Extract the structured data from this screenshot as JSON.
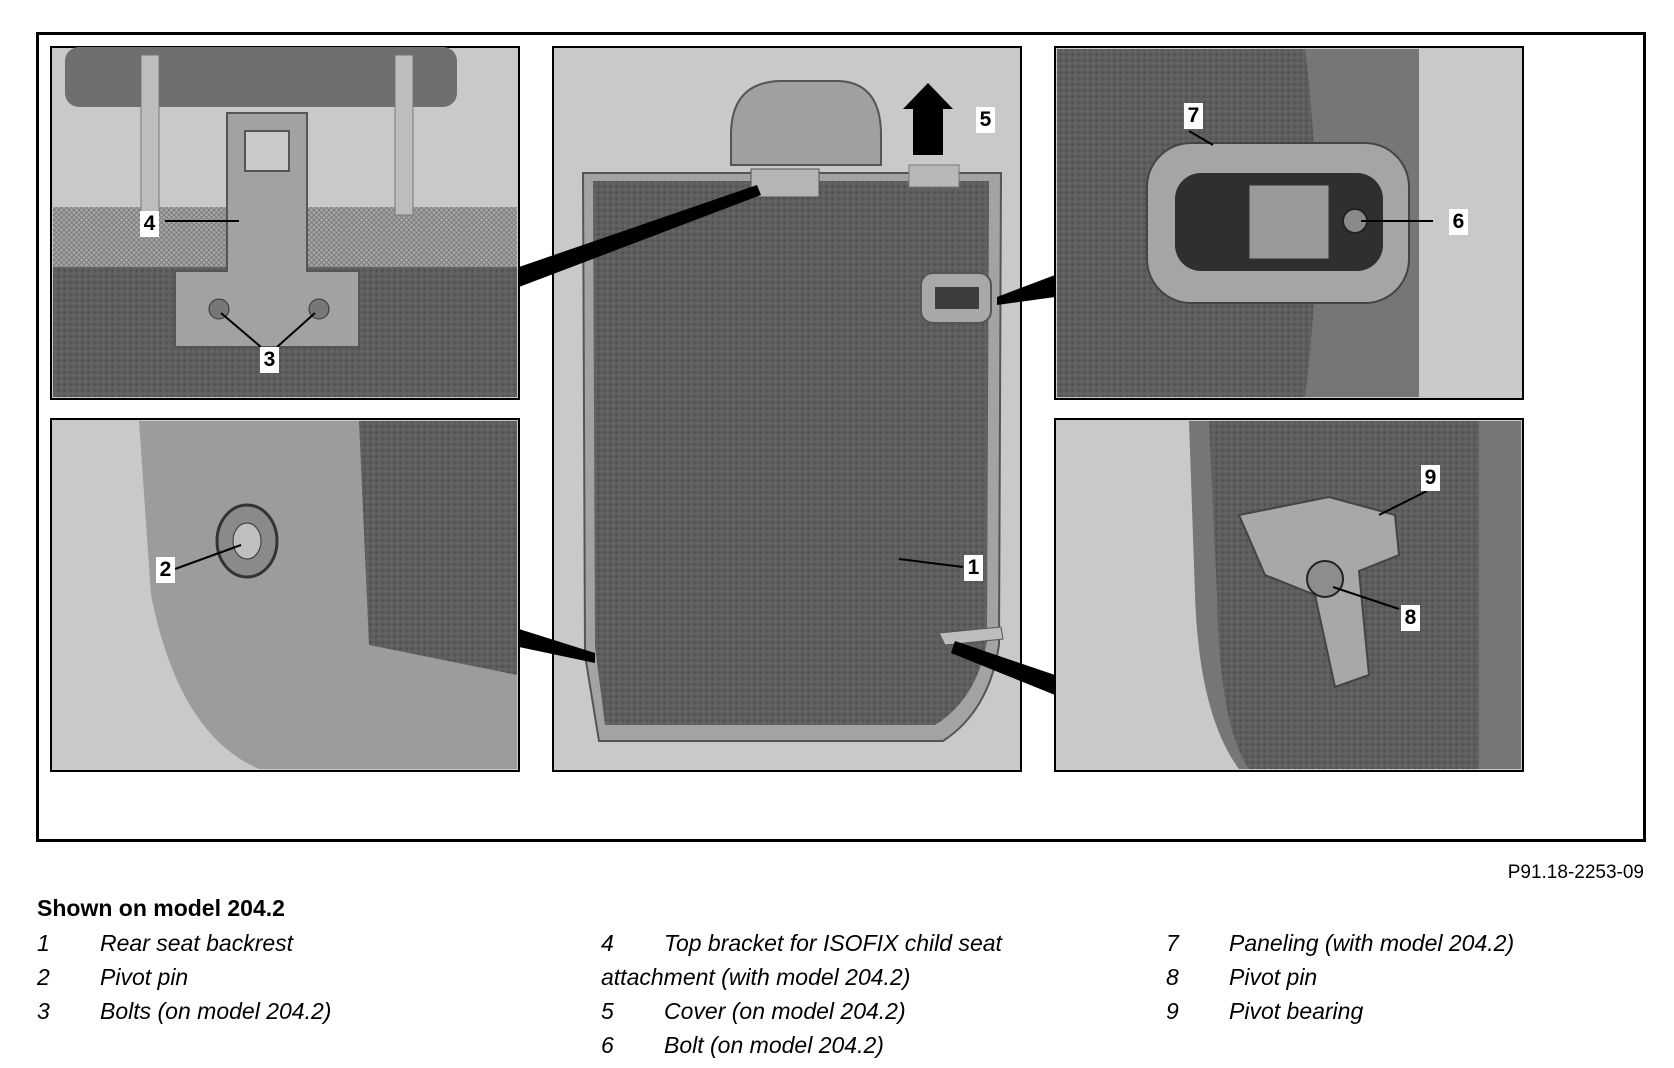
{
  "figure": {
    "id": "P91.18-2253-09",
    "labels": [
      "1",
      "2",
      "3",
      "3",
      "4",
      "5",
      "6",
      "7",
      "8",
      "9"
    ]
  },
  "legend": {
    "title": "Shown on model 204.2",
    "items": [
      {
        "num": "1",
        "text": "Rear seat backrest"
      },
      {
        "num": "2",
        "text": "Pivot pin"
      },
      {
        "num": "3",
        "text": "Bolts (on model 204.2)"
      },
      {
        "num": "4",
        "text": "Top bracket for ISOFIX child seat",
        "cont": "attachment (with model 204.2)"
      },
      {
        "num": "5",
        "text": "Cover (on model 204.2)"
      },
      {
        "num": "6",
        "text": "Bolt (on model 204.2)"
      },
      {
        "num": "7",
        "text": "Paneling (with model 204.2)"
      },
      {
        "num": "8",
        "text": "Pivot pin"
      },
      {
        "num": "9",
        "text": "Pivot bearing"
      }
    ]
  },
  "colors": {
    "panel_bg": "#c9c9c9",
    "fabric": "#5a5a5a",
    "plastic": "#9a9a9a",
    "frame": "#000000"
  }
}
